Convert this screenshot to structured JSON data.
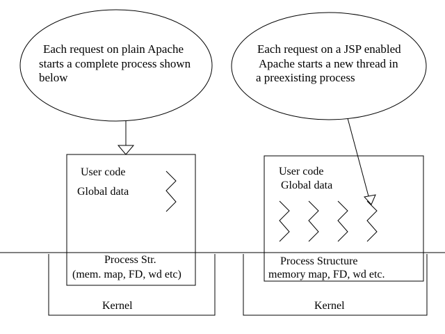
{
  "left": {
    "bubble_lines": [
      "Each request on plain Apache",
      "starts a complete process shown",
      "below"
    ],
    "process_lines": [
      "User code",
      "Global data"
    ],
    "structure_lines": [
      "Process Str.",
      "(mem. map, FD, wd etc)"
    ],
    "kernel_label": "Kernel",
    "thread_count": 1
  },
  "right": {
    "bubble_lines": [
      "Each request on a JSP enabled",
      "Apache starts a new thread in",
      "a preexisting process"
    ],
    "process_lines": [
      "User code",
      "Global data"
    ],
    "structure_lines": [
      "Process Structure",
      "memory map, FD, wd etc."
    ],
    "kernel_label": "Kernel",
    "thread_count": 4
  },
  "colors": {
    "stroke": "#000000",
    "background": "#ffffff"
  }
}
